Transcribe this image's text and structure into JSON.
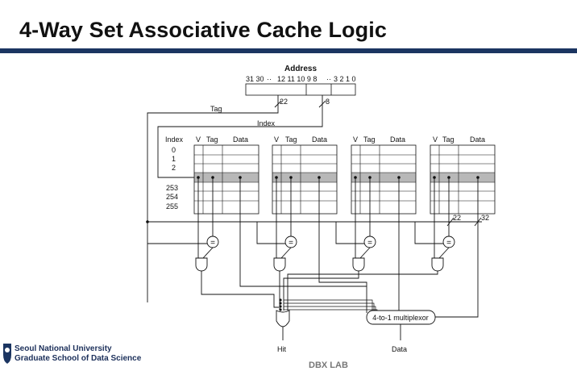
{
  "page": {
    "title": "4-Way Set Associative Cache Logic",
    "footer": {
      "university_line1": "Seoul National University",
      "university_line2": "Graduate School of Data Science",
      "lab": "DBX LAB"
    }
  },
  "diagram": {
    "address_label": "Address",
    "address_bits": [
      "31 30",
      "··",
      "12 11 10 9 8",
      "··",
      "3 2 1 0"
    ],
    "tag_bits": "22",
    "index_bits": "8",
    "tag_label": "Tag",
    "index_label": "Index",
    "index_column_header": "Index",
    "row_labels": [
      "0",
      "1",
      "2",
      "253",
      "254",
      "255"
    ],
    "way_headers": [
      "V",
      "Tag",
      "Data"
    ],
    "comparator_symbol": "=",
    "tag_width_label": "22",
    "data_width_label": "32",
    "mux_label": "4-to-1 multiplexor",
    "hit_label": "Hit",
    "data_out_label": "Data"
  }
}
